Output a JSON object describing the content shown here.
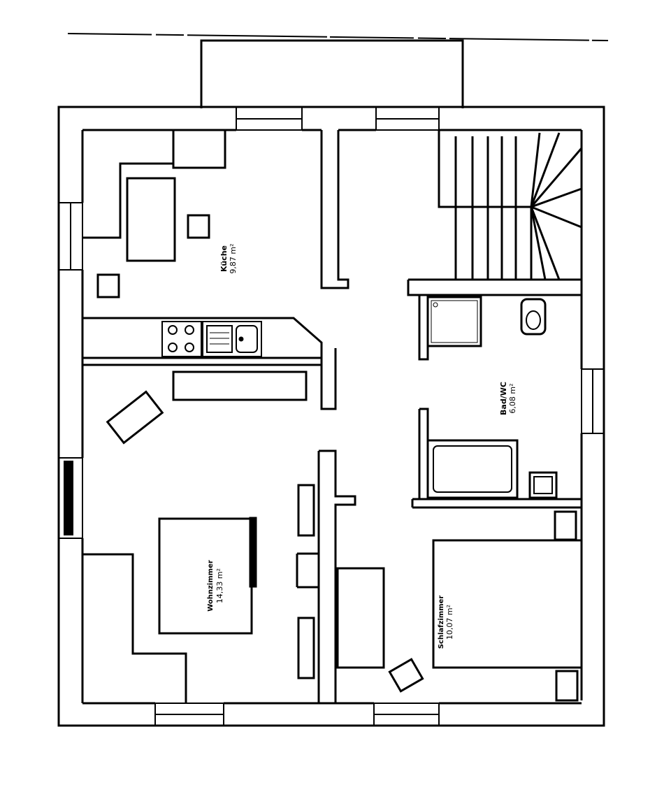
{
  "rooms": {
    "kitchen": {
      "name": "Küche",
      "area": "9,87 m²"
    },
    "bathroom": {
      "name": "Bad/WC",
      "area": "6,08 m²"
    },
    "living": {
      "name": "Wohnzimmer",
      "area": "14,33 m²"
    },
    "bedroom": {
      "name": "Schlafzimmer",
      "area": "10,07 m²"
    }
  },
  "colors": {
    "ink": "#000000",
    "paper": "#ffffff"
  }
}
